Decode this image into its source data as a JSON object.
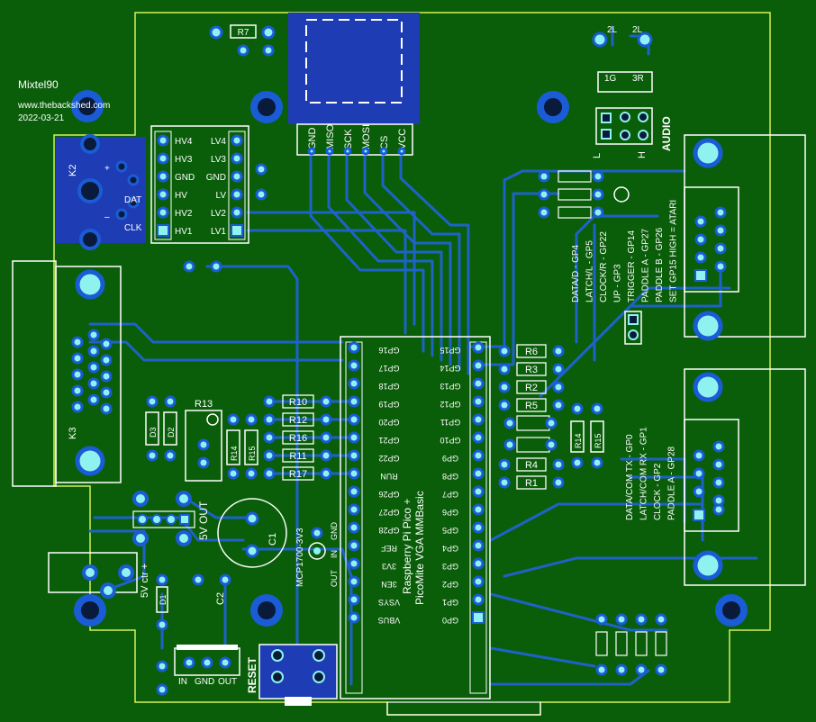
{
  "credits": {
    "author": "Mixtel90",
    "site": "www.thebackshed.com",
    "date": "2022-03-21"
  },
  "sd_card": {
    "pins": [
      "GND",
      "MISO",
      "SCK",
      "MOSI",
      "CS",
      "VCC"
    ]
  },
  "resistor_r7": "R7",
  "level_shifter": {
    "left_labels": [
      "HV4",
      "HV3",
      "GND",
      "HV",
      "HV2",
      "HV1"
    ],
    "right_labels": [
      "LV4",
      "LV3",
      "GND",
      "LV",
      "LV2",
      "LV1"
    ]
  },
  "k2": {
    "name": "K2",
    "plus": "+",
    "minus": "–",
    "dat": "DAT",
    "clk": "CLK"
  },
  "audio": {
    "label": "AUDIO",
    "pads": [
      "2L",
      "2L",
      "1G",
      "3R"
    ],
    "side_l": "L",
    "side_h": "H"
  },
  "atari_labels": [
    "DATA/D - GP4",
    "LATCH/L - GP5",
    "CLOCK/R - GP22",
    "UP - GP3",
    "TRIGGER - GP14",
    "PADDLE A - GP27",
    "PADDLE B - GP26",
    "SET GP15 HIGH = ATARI"
  ],
  "nes_labels": [
    "DATA/COM TX - GP0",
    "LATCH/COM RX - GP1",
    "CLOCK - GP2",
    "PADDLE A - GP28"
  ],
  "k3": "K3",
  "resistors_mid": [
    "R10",
    "R12",
    "R16",
    "R11",
    "R17"
  ],
  "r13": "R13",
  "diodes": [
    "D3",
    "D2"
  ],
  "resistors_v": [
    "R14",
    "R15"
  ],
  "resistors_right": [
    "R6",
    "R3",
    "R2",
    "R5",
    "R4",
    "R1"
  ],
  "resistors_right_v": [
    "R14",
    "R15"
  ],
  "pico": {
    "title_lines": [
      "Raspberry Pi Pico +",
      "PicoMite VGA MMBasic"
    ],
    "left_pins": [
      "GP16",
      "GP17",
      "GP18",
      "GP19",
      "GP20",
      "GP21",
      "GP22",
      "RUN",
      "GP26",
      "GP27",
      "GP28",
      "REF",
      "3V3",
      "3EN",
      "VSYS",
      "VBUS"
    ],
    "right_pins": [
      "GP15",
      "GP14",
      "GP13",
      "GP12",
      "GP11",
      "GP10",
      "GP9",
      "GP8",
      "GP7",
      "GP6",
      "GP5",
      "GP4",
      "GP3",
      "GP2",
      "GP1",
      "GP0"
    ]
  },
  "regulator": {
    "name": "MCP1700-3V3",
    "pins": [
      "OUT",
      "IN",
      "GND"
    ]
  },
  "power": {
    "out_label": "5V OUT",
    "c1": "C1",
    "c2": "C2",
    "d1": "D1",
    "ctr": "5V ctr +",
    "reg_pins": [
      "IN",
      "GND",
      "OUT"
    ],
    "reset": "RESET"
  },
  "colors": {
    "board": "#0a5e0a",
    "copper": "#1e62c8",
    "pad_outer": "#1a5cd6",
    "silk": "#ffffff",
    "outline": "#d4f05a",
    "sd_fill": "#1e3cb4"
  }
}
